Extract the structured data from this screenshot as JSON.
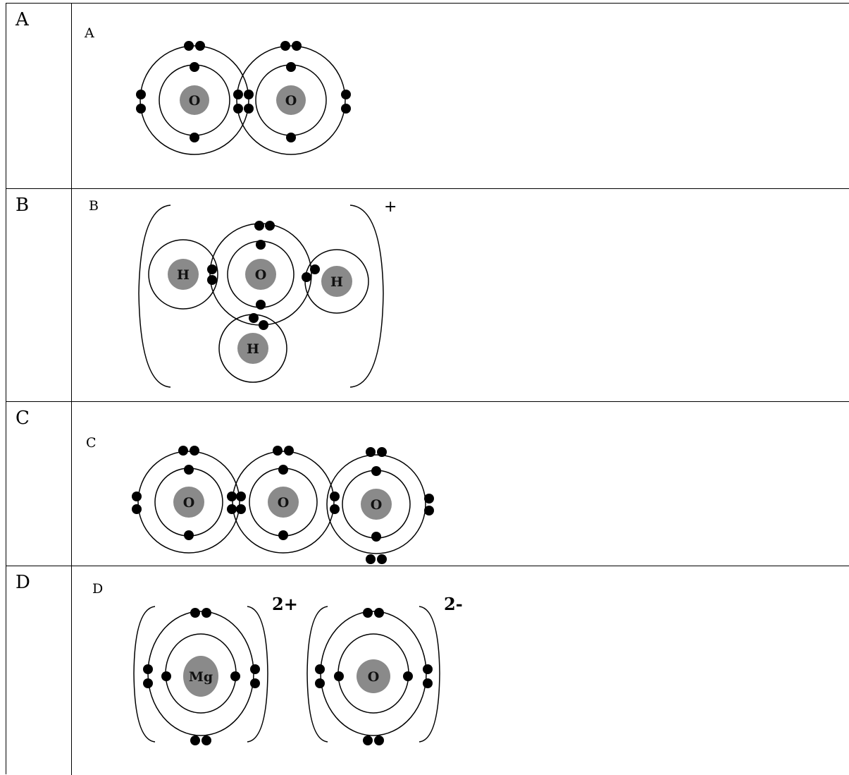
{
  "rows": [
    {
      "label": "A",
      "diagram_label": "A"
    },
    {
      "label": "B",
      "diagram_label": "B",
      "charge": "+"
    },
    {
      "label": "C",
      "diagram_label": "C"
    },
    {
      "label": "D",
      "diagram_label": "D",
      "charges": [
        "2+",
        "2-"
      ]
    }
  ],
  "atoms": {
    "a": [
      "O",
      "O"
    ],
    "b": [
      "H",
      "O",
      "H",
      "H"
    ],
    "c": [
      "O",
      "O",
      "O"
    ],
    "d": [
      "Mg",
      "O"
    ]
  }
}
